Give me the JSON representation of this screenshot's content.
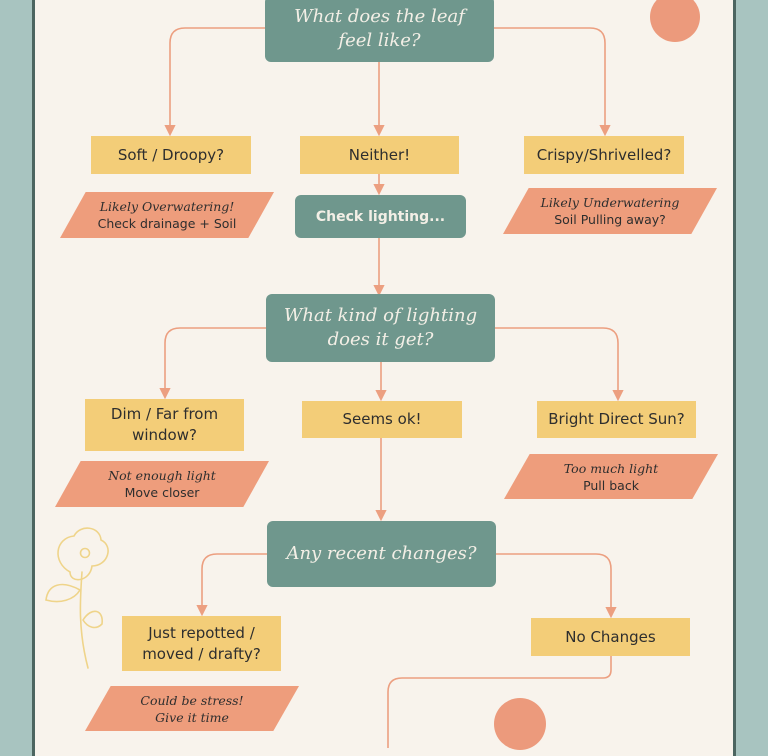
{
  "flowchart": {
    "q1": {
      "line1": "What does the leaf",
      "line2": "feel like?"
    },
    "a_soft": "Soft / Droopy?",
    "a_neither": "Neither!",
    "a_crispy": "Crispy/Shrivelled?",
    "note_over": {
      "line1": "Likely Overwatering!",
      "line2": "Check drainage + Soil"
    },
    "note_under": {
      "line1": "Likely Underwatering",
      "line2": "Soil Pulling away?"
    },
    "check_lighting": "Check lighting...",
    "q2": {
      "line1": "What kind of lighting",
      "line2": "does it get?"
    },
    "a_dim": {
      "line1": "Dim / Far from",
      "line2": "window?"
    },
    "a_ok": "Seems ok!",
    "a_bright": "Bright Direct Sun?",
    "note_dim": {
      "line1": "Not enough light",
      "line2": "Move closer"
    },
    "note_bright": {
      "line1": "Too much light",
      "line2": "Pull back"
    },
    "q3": "Any recent changes?",
    "a_repot": {
      "line1": "Just repotted /",
      "line2": "moved / drafty?"
    },
    "a_nochange": "No Changes",
    "note_stress": {
      "line1": "Could be stress!",
      "line2": "Give it time"
    }
  },
  "colors": {
    "question": "#6f978d",
    "answer": "#f3cd78",
    "note": "#ee9d7c",
    "connector": "#ec9f80",
    "background": "#f8f3ec",
    "frame": "#a8c4c0"
  }
}
